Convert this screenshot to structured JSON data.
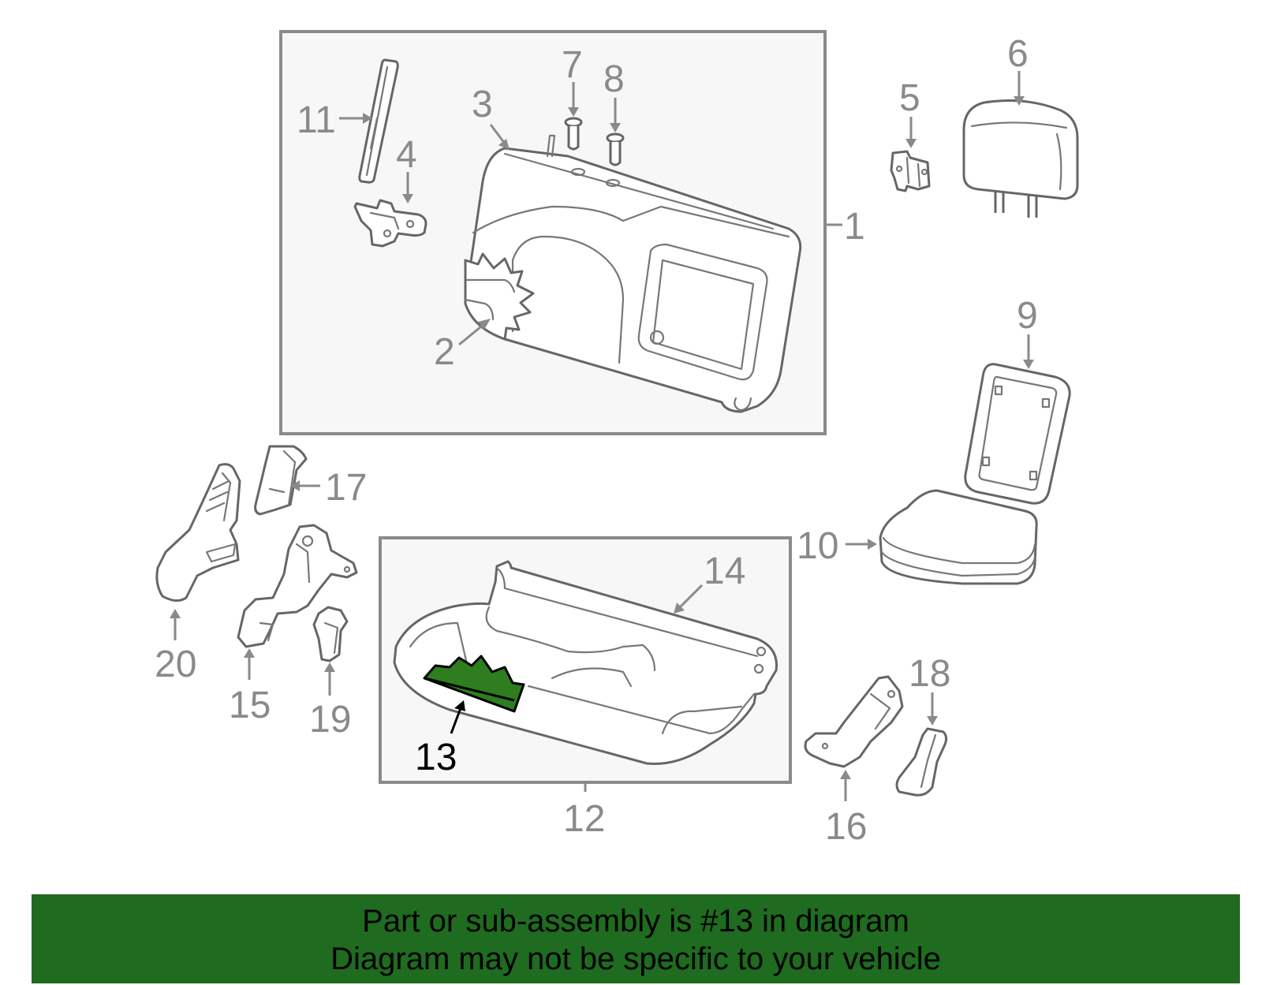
{
  "callouts": {
    "c1": "1",
    "c2": "2",
    "c3": "3",
    "c4": "4",
    "c5": "5",
    "c6": "6",
    "c7": "7",
    "c8": "8",
    "c9": "9",
    "c10": "10",
    "c11": "11",
    "c12": "12",
    "c13": "13",
    "c14": "14",
    "c15": "15",
    "c16": "16",
    "c17": "17",
    "c18": "18",
    "c19": "19",
    "c20": "20"
  },
  "highlight": {
    "part": "13",
    "color": "#2e7d1e"
  },
  "banner": {
    "line1": "Part or sub-assembly is #13 in diagram",
    "line2": "Diagram may not be specific to your vehicle",
    "color": "#1f6b1f"
  }
}
